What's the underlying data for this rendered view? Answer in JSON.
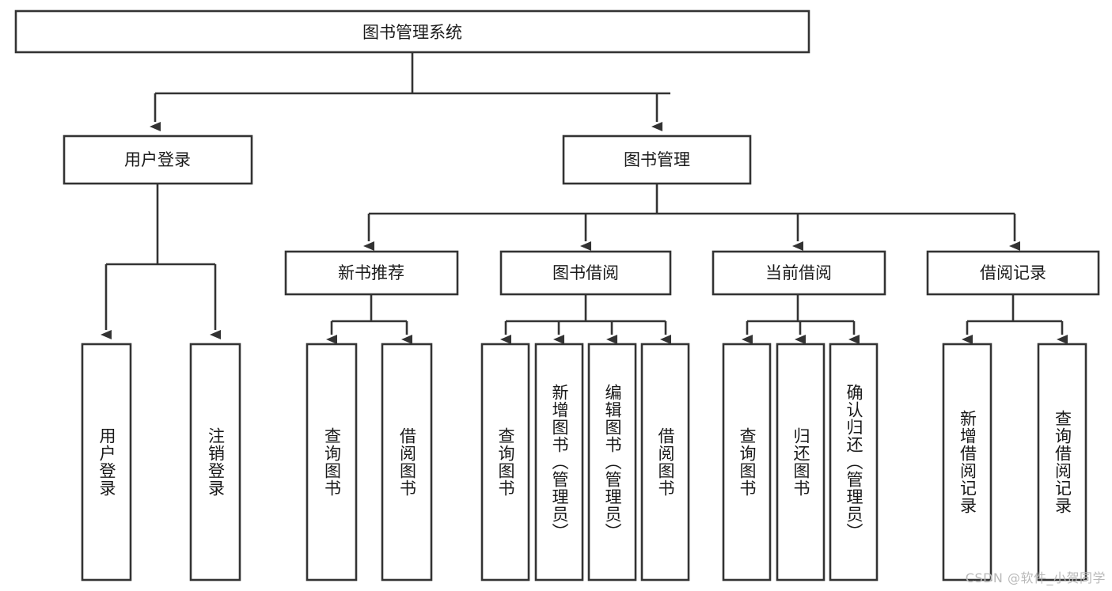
{
  "diagram": {
    "type": "tree-hierarchy",
    "title": "图书管理系统",
    "orientation": "top-down",
    "colors": {
      "box_stroke": "#333333",
      "box_fill": "#ffffff",
      "text": "#1a1a1a",
      "background": "#ffffff",
      "watermark": "#b9b9b9"
    },
    "root": {
      "label": "图书管理系统"
    },
    "level1": [
      {
        "id": "user-login",
        "label": "用户登录"
      },
      {
        "id": "book-manage",
        "label": "图书管理"
      }
    ],
    "level2": [
      {
        "id": "new-book-rec",
        "label": "新书推荐",
        "parent": "book-manage"
      },
      {
        "id": "book-borrow",
        "label": "图书借阅",
        "parent": "book-manage"
      },
      {
        "id": "current-borrow",
        "label": "当前借阅",
        "parent": "book-manage"
      },
      {
        "id": "borrow-record",
        "label": "借阅记录",
        "parent": "book-manage"
      }
    ],
    "leaves": {
      "user-login": [
        {
          "id": "leaf-user-login",
          "label": "用户登录"
        },
        {
          "id": "leaf-logout",
          "label": "注销登录"
        }
      ],
      "new-book-rec": [
        {
          "id": "leaf-query-book-1",
          "label": "查询图书"
        },
        {
          "id": "leaf-borrow-book-1",
          "label": "借阅图书"
        }
      ],
      "book-borrow": [
        {
          "id": "leaf-query-book-2",
          "label": "查询图书"
        },
        {
          "id": "leaf-add-book",
          "label": "新增图书（管理员）"
        },
        {
          "id": "leaf-edit-book",
          "label": "编辑图书（管理员）"
        },
        {
          "id": "leaf-borrow-book-2",
          "label": "借阅图书"
        }
      ],
      "current-borrow": [
        {
          "id": "leaf-query-book-3",
          "label": "查询图书"
        },
        {
          "id": "leaf-return-book",
          "label": "归还图书"
        },
        {
          "id": "leaf-confirm-return",
          "label": "确认归还（管理员）"
        }
      ],
      "borrow-record": [
        {
          "id": "leaf-add-record",
          "label": "新增借阅记录"
        },
        {
          "id": "leaf-query-record",
          "label": "查询借阅记录"
        }
      ]
    }
  },
  "watermark": {
    "text": "CSDN @软件_小贺同学"
  }
}
